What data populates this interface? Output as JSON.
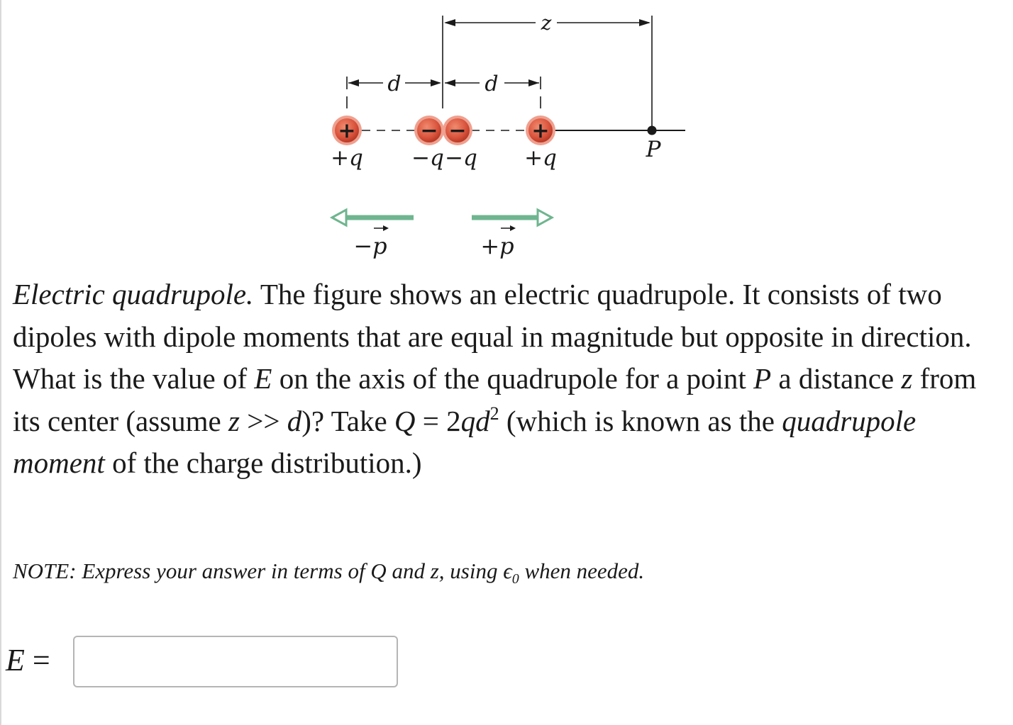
{
  "figure": {
    "labels": {
      "z": "z",
      "d_left": "d",
      "d_right": "d",
      "charge_1": "+q",
      "charge_2": "−q",
      "charge_3": "−q",
      "charge_4": "+q",
      "point": "P",
      "dipole_left": "−p",
      "dipole_right": "+p"
    },
    "charge_signs": [
      "+",
      "−",
      "−",
      "+"
    ],
    "colors": {
      "charge_fill": "#d9533c",
      "charge_ring": "#efa08f",
      "dipole_arrow": "#6fb58f",
      "ink": "#1a1a1a"
    }
  },
  "problem": {
    "title_italic": "Electric quadrupole.",
    "text_1": " The figure shows an electric quadrupole. It consists of two dipoles with dipole moments that are equal in magnitude but opposite in direction. What is the value of ",
    "var_E": "E",
    "text_2": " on the axis of the quadrupole for a point ",
    "var_P": "P",
    "text_3": " a distance ",
    "var_z": "z",
    "text_4": " from its center (assume ",
    "var_z2": "z",
    "text_5": " >> ",
    "var_d": "d",
    "text_6": ")? Take ",
    "var_Q": "Q",
    "text_7": " = 2",
    "var_qd": "qd",
    "exp_2": "2",
    "text_8": " (which is known as the ",
    "quadrupole_moment_italic": "quadrupole moment",
    "text_9": " of the charge distribution.)"
  },
  "note": {
    "prefix": "NOTE: Express your answer in terms of Q and z, using ϵ",
    "subscript": "0",
    "suffix": " when needed."
  },
  "answer": {
    "label_var": "E",
    "label_eq": " =",
    "value": "",
    "placeholder": ""
  }
}
